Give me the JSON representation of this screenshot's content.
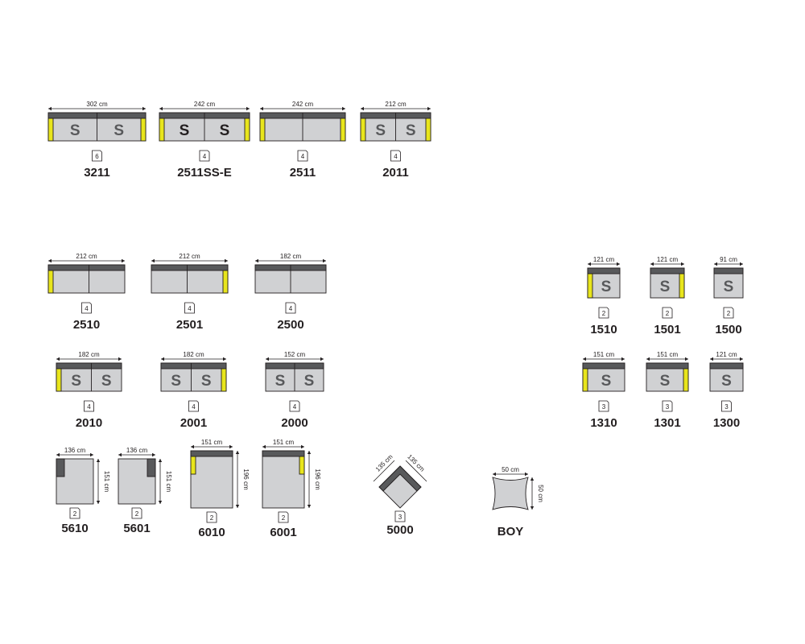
{
  "colors": {
    "back": "#58595b",
    "seat": "#d0d1d3",
    "arm": "#e8e51c",
    "outline": "#231f20",
    "s_letter": "#58595b",
    "s_letter_dark": "#231f20",
    "background": "#ffffff"
  },
  "modules": [
    {
      "code": "3211",
      "dimension": "302 cm",
      "places": "6",
      "seats": [
        "S",
        "S"
      ],
      "arm_left": true,
      "arm_right": true,
      "dark_s": false
    },
    {
      "code": "2511SS-E",
      "dimension": "242 cm",
      "places": "4",
      "seats": [
        "S",
        "S"
      ],
      "arm_left": true,
      "arm_right": true,
      "dark_s": true
    },
    {
      "code": "2511",
      "dimension": "242 cm",
      "places": "4",
      "seats": [
        "",
        ""
      ],
      "arm_left": true,
      "arm_right": true,
      "dark_s": false
    },
    {
      "code": "2011",
      "dimension": "212 cm",
      "places": "4",
      "seats": [
        "S",
        "S"
      ],
      "arm_left": true,
      "arm_right": true,
      "dark_s": false
    },
    {
      "code": "2510",
      "dimension": "212 cm",
      "places": "4",
      "seats": [
        "",
        ""
      ],
      "arm_left": true,
      "arm_right": false,
      "dark_s": false
    },
    {
      "code": "2501",
      "dimension": "212 cm",
      "places": "4",
      "seats": [
        "",
        ""
      ],
      "arm_left": false,
      "arm_right": true,
      "dark_s": false
    },
    {
      "code": "2500",
      "dimension": "182 cm",
      "places": "4",
      "seats": [
        "",
        ""
      ],
      "arm_left": false,
      "arm_right": false,
      "dark_s": false
    },
    {
      "code": "1510",
      "dimension": "121 cm",
      "places": "2",
      "seats": [
        "S"
      ],
      "arm_left": true,
      "arm_right": false,
      "dark_s": false
    },
    {
      "code": "1501",
      "dimension": "121 cm",
      "places": "2",
      "seats": [
        "S"
      ],
      "arm_left": false,
      "arm_right": true,
      "dark_s": false
    },
    {
      "code": "1500",
      "dimension": "91 cm",
      "places": "2",
      "seats": [
        "S"
      ],
      "arm_left": false,
      "arm_right": false,
      "dark_s": false
    },
    {
      "code": "2010",
      "dimension": "182 cm",
      "places": "4",
      "seats": [
        "S",
        "S"
      ],
      "arm_left": true,
      "arm_right": false,
      "dark_s": false
    },
    {
      "code": "2001",
      "dimension": "182 cm",
      "places": "4",
      "seats": [
        "S",
        "S"
      ],
      "arm_left": false,
      "arm_right": true,
      "dark_s": false
    },
    {
      "code": "2000",
      "dimension": "152 cm",
      "places": "4",
      "seats": [
        "S",
        "S"
      ],
      "arm_left": false,
      "arm_right": false,
      "dark_s": false
    },
    {
      "code": "1310",
      "dimension": "151 cm",
      "places": "3",
      "seats": [
        "S"
      ],
      "arm_left": true,
      "arm_right": false,
      "dark_s": false
    },
    {
      "code": "1301",
      "dimension": "151 cm",
      "places": "3",
      "seats": [
        "S"
      ],
      "arm_left": false,
      "arm_right": true,
      "dark_s": false
    },
    {
      "code": "1300",
      "dimension": "121 cm",
      "places": "3",
      "seats": [
        "S"
      ],
      "arm_left": false,
      "arm_right": false,
      "dark_s": false
    }
  ],
  "chaises": [
    {
      "code": "5610",
      "width": "136 cm",
      "depth": "151 cm",
      "places": "2",
      "side": "left",
      "arm": false
    },
    {
      "code": "5601",
      "width": "136 cm",
      "depth": "151 cm",
      "places": "2",
      "side": "right",
      "arm": false
    },
    {
      "code": "6010",
      "width": "151 cm",
      "depth": "196 cm",
      "places": "2",
      "side": "left",
      "arm": true
    },
    {
      "code": "6001",
      "width": "151 cm",
      "depth": "196 cm",
      "places": "2",
      "side": "right",
      "arm": true
    }
  ],
  "corner": {
    "code": "5000",
    "side_a": "135 cm",
    "side_b": "135 cm",
    "places": "3"
  },
  "pouf": {
    "code": "BOY",
    "width": "50 cm",
    "depth": "50 cm"
  }
}
